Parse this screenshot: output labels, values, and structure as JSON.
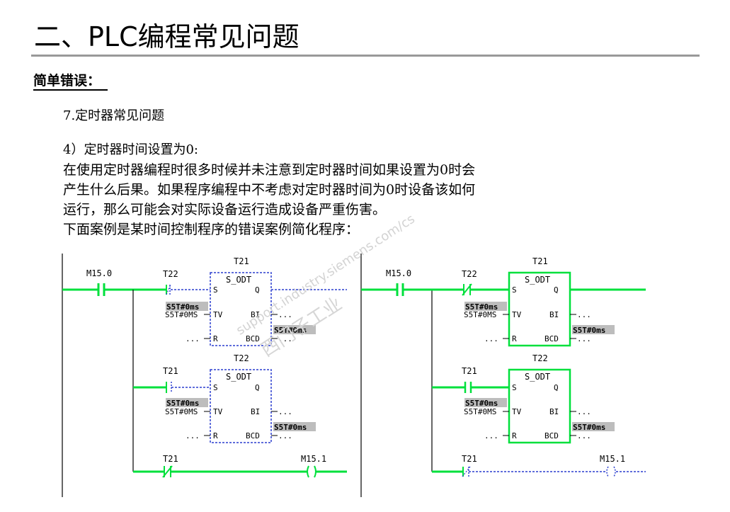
{
  "title": "二、PLC编程常见问题",
  "subheading": "简单错误：",
  "section": "7.定时器常见问题",
  "item_title": "4）定时器时间设置为0:",
  "body_lines": [
    "在使用定时器编程时很多时候并未注意到定时器时间如果设置为0时会",
    "产生什么后果。如果程序编程中不考虑对定时器时间为0时设备该如何",
    "运行，那么可能会对实际设备运行造成设备严重伤害。",
    "下面案例是某时间控制程序的错误案例简化程序："
  ],
  "watermark": {
    "line1": "support.industry.siemens.com/cs",
    "line2": "西门子工业"
  },
  "colors": {
    "energized": "#00e03c",
    "inactive": "#2b3fcf",
    "rule": "#999999",
    "highlight": "#bdbdbd"
  },
  "ladders": [
    {
      "name": "left",
      "contact_main": "M15.0",
      "blocks": [
        {
          "timer": "T21",
          "func": "S_ODT",
          "input_contact": "T22",
          "preset_shown": "S5T#0ms",
          "tv": "S5T#0MS",
          "out_value": "S5T#0ms",
          "pin_s": "S",
          "pin_q": "Q",
          "pin_tv": "TV",
          "pin_bi": "BI",
          "pin_r": "R",
          "pin_bcd": "BCD",
          "dots": "...",
          "right_dots": "..."
        },
        {
          "timer": "T22",
          "func": "S_ODT",
          "input_contact": "T21",
          "preset_shown": "S5T#0ms",
          "tv": "S5T#0MS",
          "out_value": "S5T#0ms",
          "pin_s": "S",
          "pin_q": "Q",
          "pin_tv": "TV",
          "pin_bi": "BI",
          "pin_r": "R",
          "pin_bcd": "BCD",
          "dots": "...",
          "right_dots": "..."
        }
      ],
      "rung3": {
        "contact": "T21",
        "coil": "M15.1"
      }
    },
    {
      "name": "right",
      "contact_main": "M15.0",
      "blocks": [
        {
          "timer": "T21",
          "func": "S_ODT",
          "input_contact": "T22",
          "preset_shown": "S5T#0ms",
          "tv": "S5T#0MS",
          "out_value": "S5T#0ms",
          "pin_s": "S",
          "pin_q": "Q",
          "pin_tv": "TV",
          "pin_bi": "BI",
          "pin_r": "R",
          "pin_bcd": "BCD",
          "dots": "...",
          "right_dots": "..."
        },
        {
          "timer": "T22",
          "func": "S_ODT",
          "input_contact": "T21",
          "preset_shown": "S5T#0ms",
          "tv": "S5T#0MS",
          "out_value": "S5T#0ms",
          "pin_s": "S",
          "pin_q": "Q",
          "pin_tv": "TV",
          "pin_bi": "BI",
          "pin_r": "R",
          "pin_bcd": "BCD",
          "dots": "...",
          "right_dots": "..."
        }
      ],
      "rung3": {
        "contact": "T21",
        "coil": "M15.1"
      }
    }
  ]
}
